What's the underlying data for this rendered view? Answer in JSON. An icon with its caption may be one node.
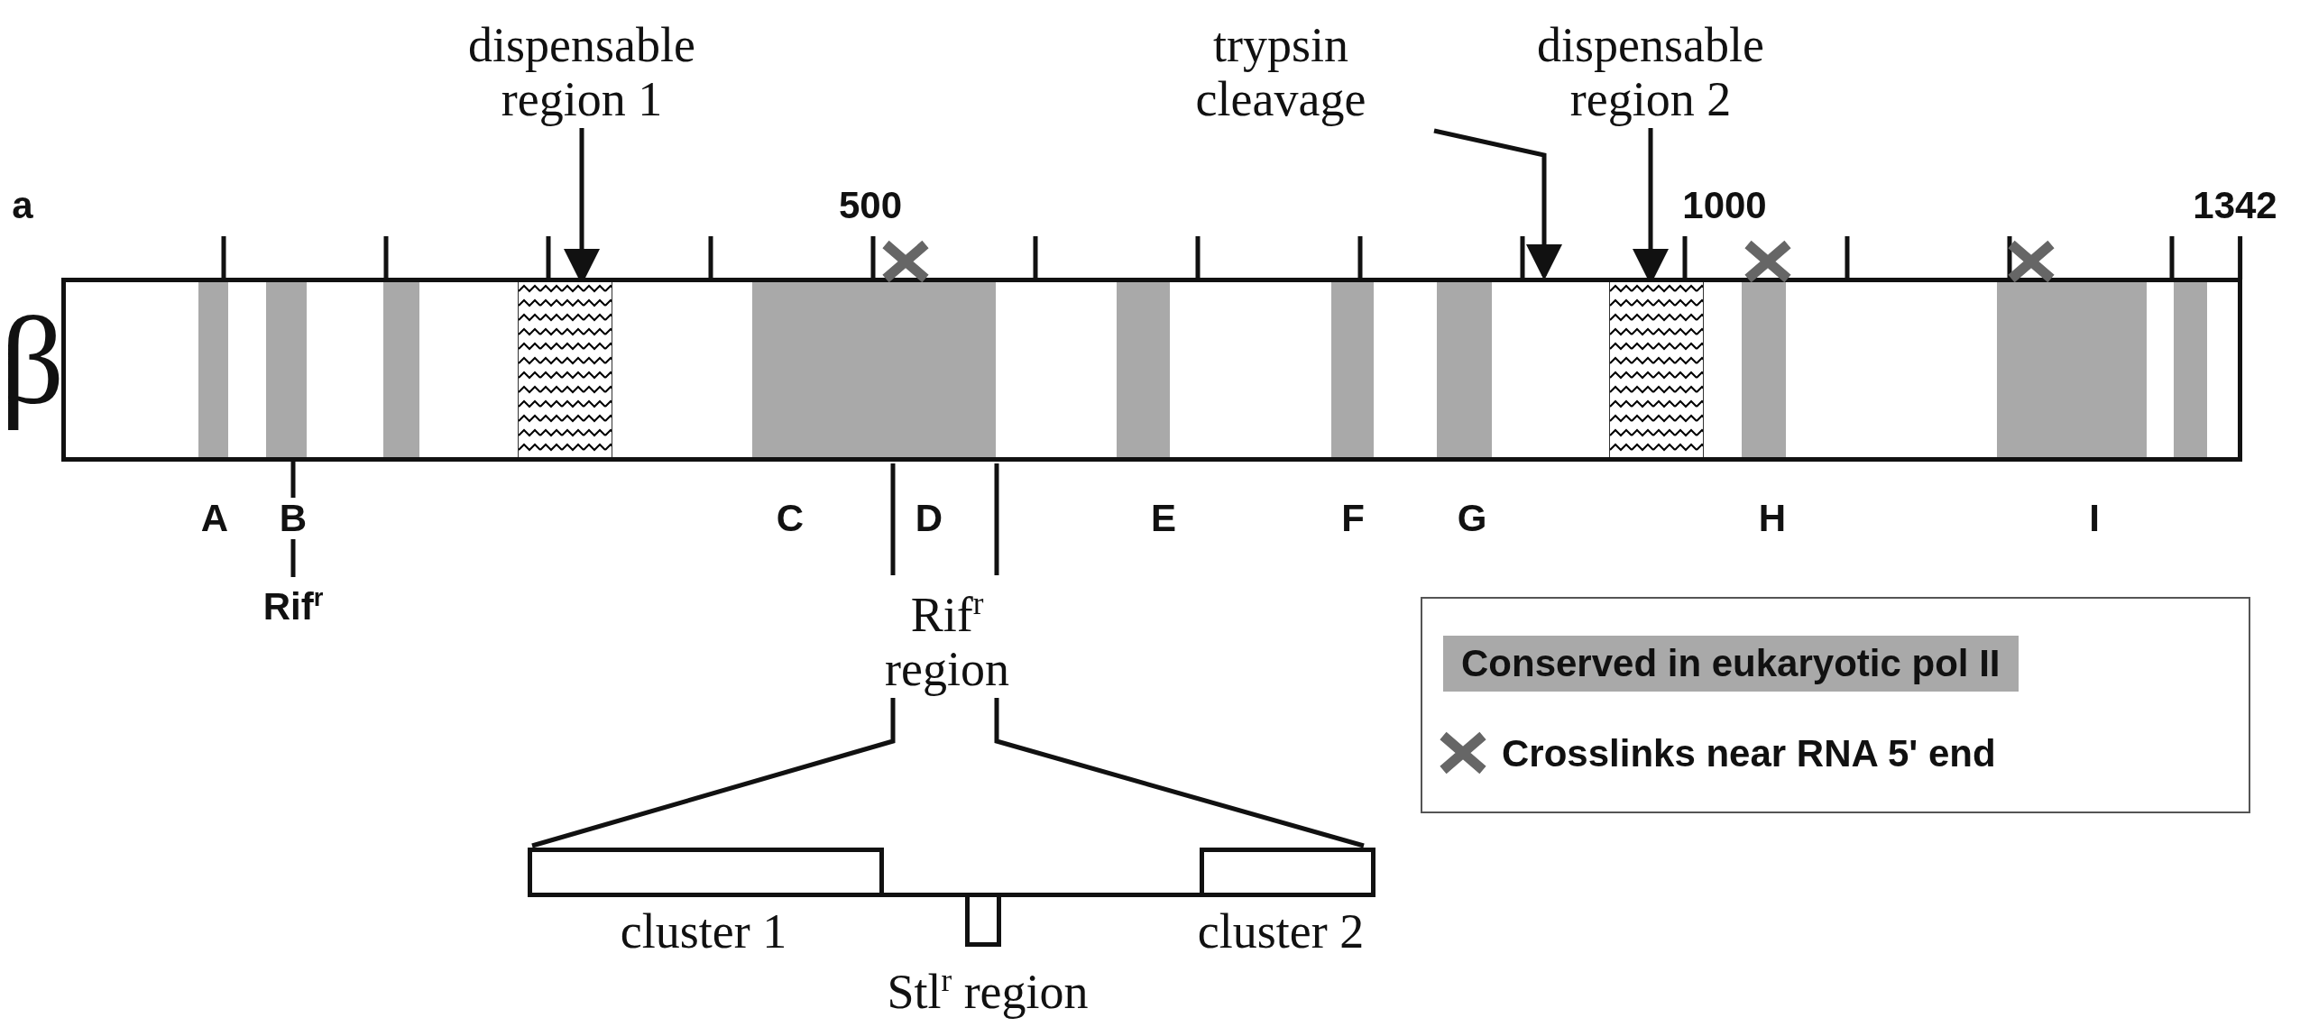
{
  "diagram": {
    "nodes": [
      {
        "text": [
          "dispensable region 1"
        ]
      },
      {
        "text": [
          "trypsin cleavage"
        ]
      },
      {
        "text": [
          "dispensable region 2"
        ]
      },
      {
        "text": [],
        "shape": "bar"
      },
      {
        "text": [],
        "shape": "box",
        "in": 3
      },
      {
        "text": [],
        "shape": "box",
        "in": 3
      },
      {
        "text": [
          "Rif$^{r}$"
        ]
      },
      {
        "text": [
          "Rif$^{r}$ region"
        ]
      },
      {
        "text": [],
        "shape": "line"
      },
      {
        "text": [
          "cluster 1"
        ],
        "in": 8
      },
      {
        "text": [
          "Stl$^{r}$ region"
        ]
      },
      {
        "text": [
          "cluster 2"
        ],
        "in": 8
      },
      {
        "text": [],
        "shape": "bar",
        "in": 3
      },
      {
        "text": [],
        "shape": "bar",
        "in": 3
      },
      {
        "text": [],
        "shape": "bar",
        "in": 3
      },
      {
        "text": [],
        "shape": "bar",
        "in": 3
      },
      {
        "text": [],
        "shape": "bar",
        "in": 3
      },
      {
        "text": [],
        "shape": "bar",
        "in": 3
      },
      {
        "text": [],
        "shape": "bar",
        "in": 3
      },
      {
        "text": [],
        "shape": "bar",
        "in": 3
      },
      {
        "text": [],
        "shape": "bar",
        "in": 3
      },
      {
        "text": [],
        "shape": "bar",
        "in": 3
      }
    ],
    "edges": [
      {
        "from": 0,
        "to": 4,
        "arrow": "to"
      },
      {
        "from": 1,
        "to": 3,
        "arrow": "to"
      },
      {
        "from": 2,
        "to": 5,
        "arrow": "to"
      },
      {
        "from": 6,
        "to": 3,
        "arrow": "none"
      },
      {
        "from": 3,
        "to": 7,
        "arrow": "none"
      },
      {
        "from": 3,
        "to": 7,
        "arrow": "none"
      },
      {
        "from": 7,
        "to": 8,
        "arrow": "none"
      },
      {
        "from": 7,
        "to": 8,
        "arrow": "none"
      }
    ],
    "labels": [
      "a",
      "500",
      "1000",
      "1342",
      "β",
      "A",
      "B",
      "C",
      "D",
      "E",
      "F",
      "G",
      "H",
      "I"
    ],
    "legend": [
      {
        "text": "Conserved in eukaryotic pol II",
        "color": "#a9a9a9"
      },
      {
        "text": "Crosslinks near RNA 5' end"
      }
    ]
  }
}
